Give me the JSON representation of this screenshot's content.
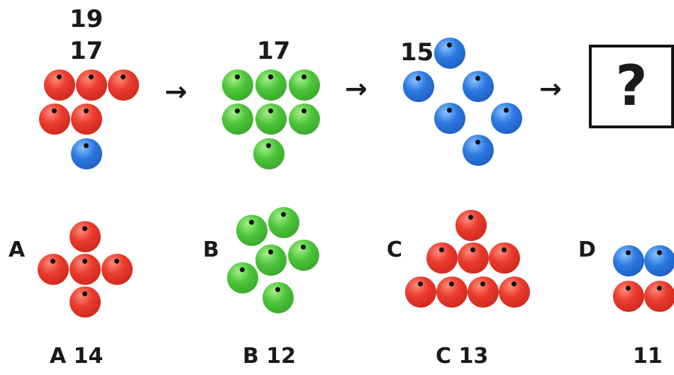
{
  "sequence": {
    "item1_top_number": "19",
    "item1_number": "17",
    "item2_number": "17",
    "item3_number": "15",
    "arrow_symbol": "→",
    "unknown_symbol": "?"
  },
  "options": {
    "a_letter": "A",
    "b_letter": "B",
    "c_letter": "C",
    "d_letter": "D",
    "a_caption": "A 14",
    "b_caption": "B 12",
    "c_caption": "C 13",
    "d_caption": "11"
  },
  "colors": {
    "red": "#e53a2e",
    "green": "#4cc43a",
    "blue": "#2b78e0"
  },
  "ball_groups": {
    "seq_item1": [
      "red",
      "red",
      "red",
      "red",
      "red",
      "blue"
    ],
    "seq_item2": [
      "green",
      "green",
      "green",
      "green",
      "green",
      "green",
      "green"
    ],
    "seq_item3": [
      "blue",
      "blue",
      "blue",
      "blue",
      "blue",
      "blue"
    ],
    "option_a": [
      "red",
      "red",
      "red",
      "red",
      "red"
    ],
    "option_b": [
      "green",
      "green",
      "green",
      "green",
      "green",
      "green"
    ],
    "option_c": [
      "red",
      "red",
      "red",
      "red",
      "red",
      "red",
      "red",
      "red"
    ],
    "option_d": [
      "blue",
      "blue",
      "red",
      "red"
    ]
  }
}
